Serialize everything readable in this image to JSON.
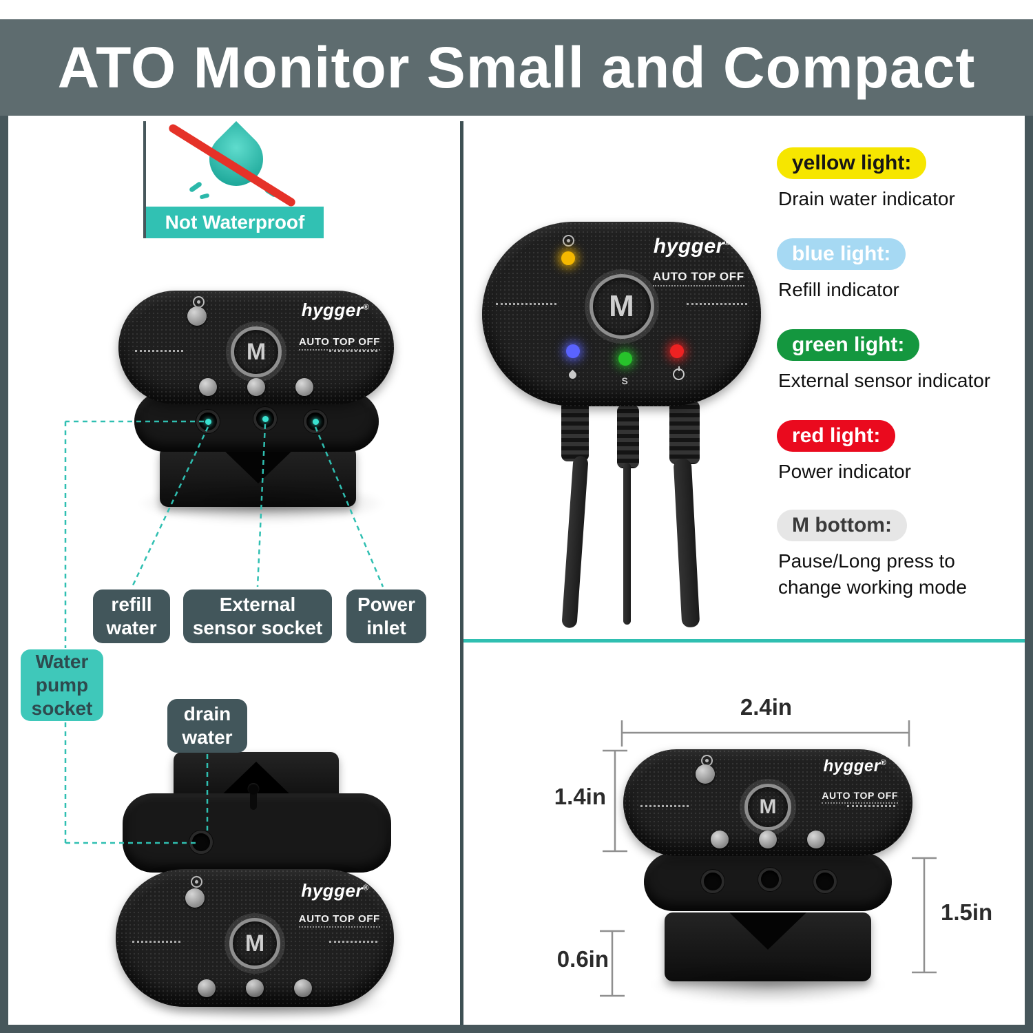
{
  "banner": {
    "title": "ATO Monitor Small and Compact"
  },
  "colors": {
    "banner_bg": "#5e6c6f",
    "frame": "#47575b",
    "teal_accent": "#2fbfb1",
    "dark_label_bg": "#42565b",
    "prohibit_red": "#e53228",
    "legend_yellow": "#f6e600",
    "legend_blue": "#a6d9f3",
    "legend_green": "#14973f",
    "legend_red": "#ea0a1e",
    "legend_gray": "#e6e6e6"
  },
  "not_waterproof": {
    "label": "Not Waterproof"
  },
  "device": {
    "brand": "hygger",
    "reg": "®",
    "product": "AUTO TOP OFF",
    "m": "M",
    "s": "S"
  },
  "port_labels": {
    "refill": "refill\nwater",
    "external": "External\nsensor socket",
    "power": "Power\ninlet",
    "water_pump": "Water\npump\nsocket",
    "drain": "drain\nwater"
  },
  "legend": {
    "items": [
      {
        "label": "yellow light:",
        "desc": "Drain water indicator"
      },
      {
        "label": "blue light:",
        "desc": "Refill indicator"
      },
      {
        "label": "green light:",
        "desc": "External sensor indicator"
      },
      {
        "label": "red light:",
        "desc": "Power indicator"
      },
      {
        "label": "M bottom:",
        "desc": "Pause/Long press to\nchange working mode"
      }
    ]
  },
  "dimensions": {
    "width": "2.4in",
    "height": "1.4in",
    "depth": "1.5in",
    "base": "0.6in"
  }
}
